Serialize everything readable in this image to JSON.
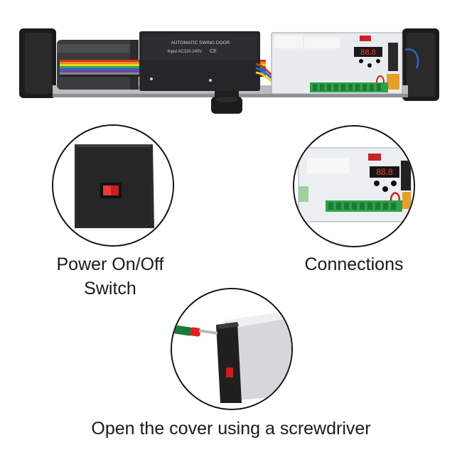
{
  "product_label": {
    "title": "AUTOMATIC SWING DOOR",
    "input": "Input AC110-240V",
    "marks": "CE"
  },
  "captions": {
    "power_switch_line1": "Power On/Off",
    "power_switch_line2": "Switch",
    "connections": "Connections",
    "open_cover": "Open the cover using a screwdriver"
  },
  "display_readout": "88.8"
}
